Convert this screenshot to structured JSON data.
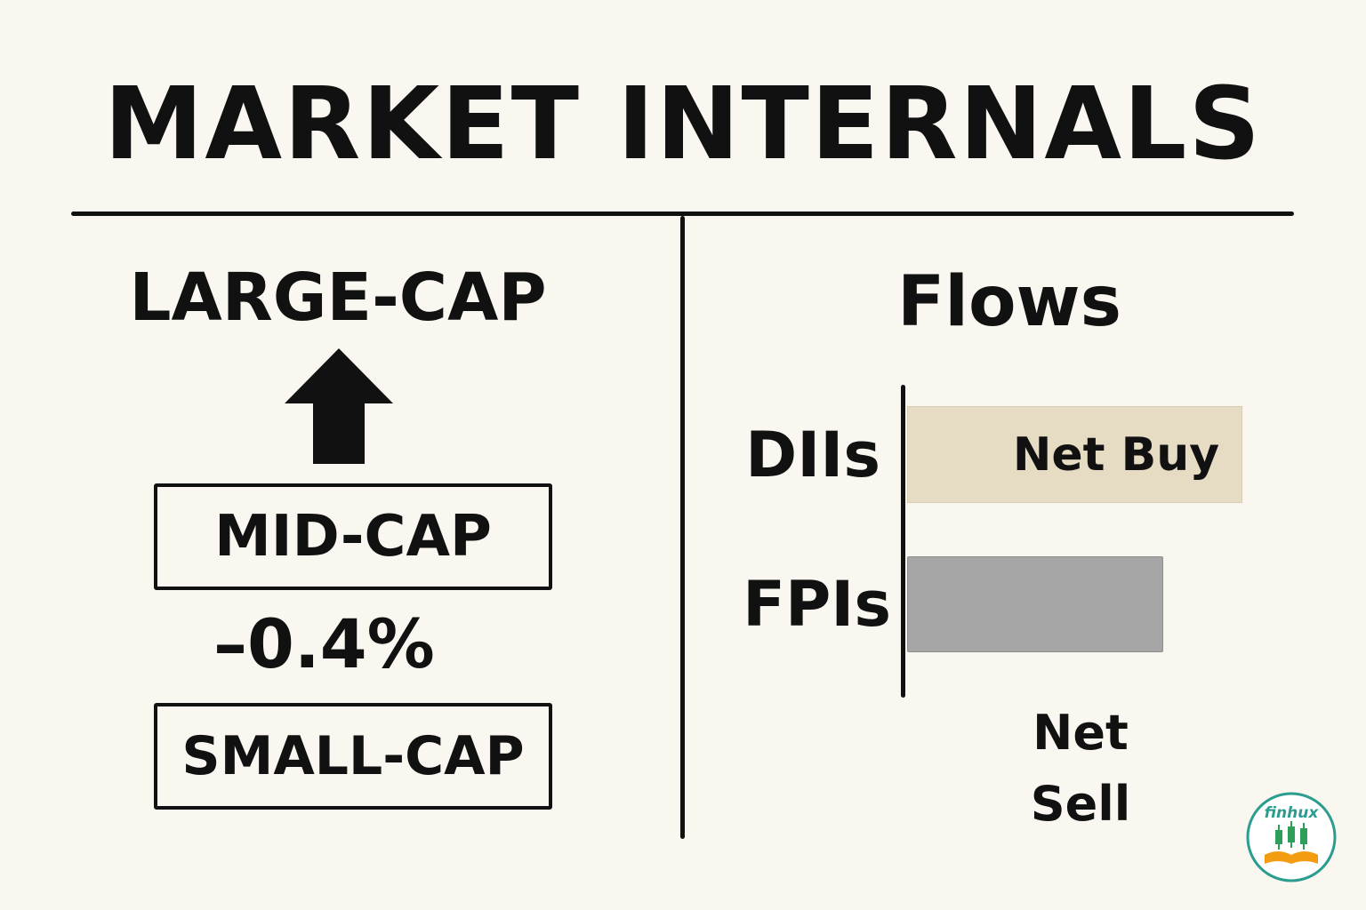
{
  "title": "MARKET INTERNALS",
  "left_panel": {
    "large_cap_label": "LARGE-CAP",
    "mid_cap_label": "MID-CAP",
    "mid_cap_change": "–0.4%",
    "small_cap_label": "SMALL-CAP"
  },
  "right_panel": {
    "title": "Flows",
    "rows": [
      {
        "label": "DIIs",
        "bar_label": "Net Buy",
        "color": "#e6dbc3"
      },
      {
        "label": "FPIs",
        "bar_label": "Net Sell",
        "color": "#a6a6a6"
      }
    ]
  },
  "logo": {
    "text": "finhux",
    "color_primary": "#2a9d8f",
    "color_accent": "#f39c12"
  },
  "colors": {
    "background": "#faf7f0",
    "ink": "#111111"
  }
}
